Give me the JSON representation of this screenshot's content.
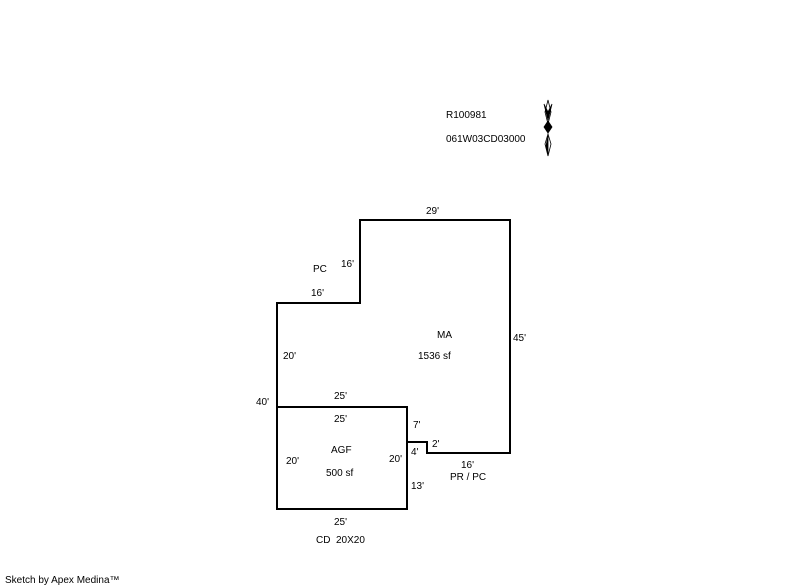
{
  "header": {
    "account_id": "R100981",
    "map_tax_lot": "061W03CD03000",
    "north_arrow_icon": "north-arrow-icon"
  },
  "main_area": {
    "label": "MA",
    "area": "1536 sf",
    "dims": {
      "top": "29'",
      "right": "45'",
      "step_vertical": "16'",
      "step_horizontal": "16'",
      "left_upper": "20'",
      "left_total": "40'",
      "notch_vertical": "7'",
      "notch_horizontal": "2'",
      "notch_lower": "4'",
      "bottom_right": "16'",
      "shared_top": "25'"
    }
  },
  "garage": {
    "label": "AGF",
    "area": "500 sf",
    "dims": {
      "top": "25'",
      "left": "20'",
      "right": "20'",
      "bottom": "25'",
      "right_lower": "13'"
    }
  },
  "annotations": {
    "porch_upper": "PC",
    "porch_lower": "PR / PC",
    "deck": "CD  20X20"
  },
  "footer": {
    "credit": "Sketch by Apex Medina™"
  },
  "colors": {
    "line": "#000000",
    "background": "#ffffff"
  }
}
